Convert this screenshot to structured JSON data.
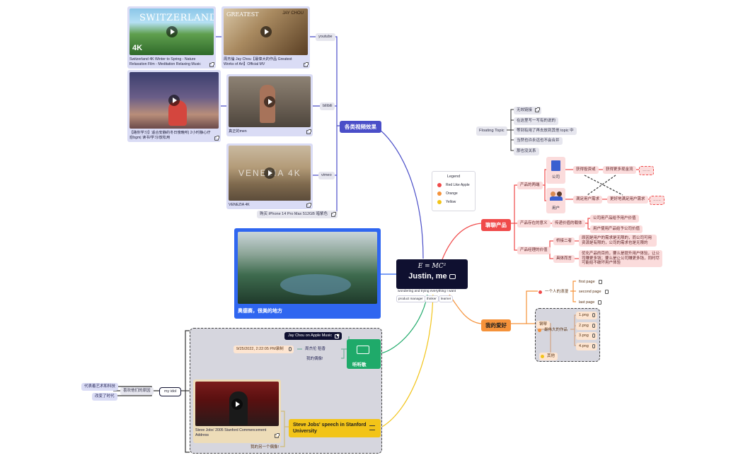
{
  "root": {
    "equation": "E = MC²",
    "name": "Justin,  me",
    "tags": [
      "wondering and trying everything I want"
    ],
    "roles": [
      "product manager",
      "thinker",
      "learner"
    ]
  },
  "legend": {
    "title": "Legend",
    "items": [
      {
        "label": "Red Like Apple",
        "color": "#f04a4a"
      },
      {
        "label": "Orange",
        "color": "#f5923a"
      },
      {
        "label": "Yellow",
        "color": "#f2c418"
      }
    ]
  },
  "video": {
    "title": "各类视频效果",
    "youtube": "youtube",
    "bilibili": "bilibili",
    "vimeo": "vimeo",
    "buy": "购买 iPhone 14 Pro Max 512GB 暗紫色",
    "cards": [
      {
        "caption": "Switzerland 4K Winter to Spring - Nature Relaxation Film - Meditation Relaxing Music",
        "thumb_text": "SWITZERLAND",
        "badge": "4K"
      },
      {
        "caption": "周杰倫 Jay Chou【最偉大的作品 Greatest Works of Art】Official MV",
        "thumb_text": "GREATEST",
        "badge": "JAY CHOU"
      },
      {
        "caption": "【路你学习】适合安静的冬日傍晚听| 2小时静心疗愈bgm| 读书/学习/放松用",
        "thumb_text": "",
        "badge": ""
      },
      {
        "caption": "真正的men",
        "thumb_text": "",
        "badge": ""
      },
      {
        "caption": "VENEZIA 4K",
        "thumb_text": "VENEZIA 4K",
        "badge": ""
      }
    ]
  },
  "place": {
    "caption": "奥德赛，很美的地方"
  },
  "floating": {
    "label": "Floating Topic",
    "items": [
      "无效链接",
      "在这里写一写有的说的",
      "等到有用了再去放到其他 topic 中",
      "当然也许永远也不会合并",
      "那也没关系"
    ]
  },
  "product": {
    "title": "聊聊产品",
    "two_sides": "产品的两端",
    "company": "公司",
    "user": "用户",
    "get_money": "获得投资或",
    "more_money": "获得更多现金流",
    "meet_needs": "满足用户需求",
    "better_needs": "更好地满足用户需求",
    "ellipsis": "……",
    "meaning": "产品存在的意义",
    "carrier": "传递价值的载体",
    "carrier_a": "公司用产品给予用户价值",
    "carrier_b": "用户使用产品给予公司价值",
    "value": "产品经理的价值",
    "link": "桥接二者",
    "link_text": "原因是用户的需求是无限的，而公司可用资源是有限的，公司的需求也是无限的",
    "concrete": "具体而言",
    "concrete_text": "优化产品的目的，要么是提升用户体验，让公司赚更多钱；要么是让公司赚更多钱，同时尽可能给不破坏用户体验"
  },
  "hobby": {
    "title": "我的爱好",
    "diary": "一个人的浪漫",
    "first": "first page",
    "second": "second page",
    "last": "last page",
    "coding": "钢琴",
    "works": "最伟大的作品",
    "files": [
      "1.png",
      "2.png",
      "3.png",
      "4.png"
    ],
    "other": "其他"
  },
  "music": {
    "title": "听听歌",
    "apple": "Jay Chou on Apple Music",
    "record": "9/25/2022, 2:22:05 PM录制",
    "jay": "周杰伦 稻香",
    "idol": "我的偶像!"
  },
  "idol": {
    "title": "my idol",
    "label": "喜欢他们的原因",
    "reason_a": "代表着艺术和科技",
    "reason_b": "改变了时代",
    "jobs": "Steve Jobs' speech in Stanford University",
    "jobs_caption": "Steve Jobs' 2005 Stanford Commencement Address",
    "jobs_note": "我的另一个偶像!"
  }
}
